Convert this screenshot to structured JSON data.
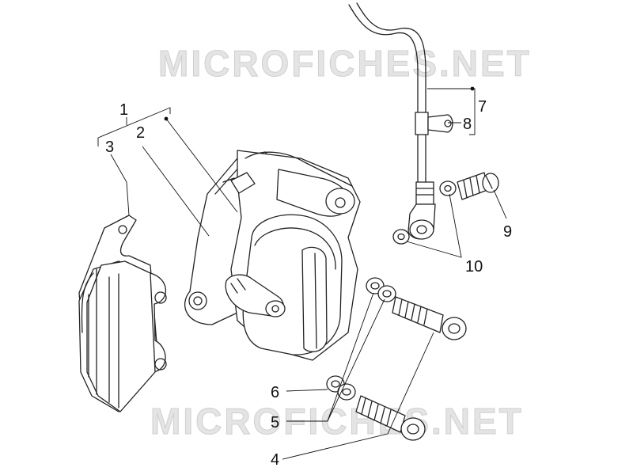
{
  "watermark": "MICROFICHES.NET",
  "callouts": {
    "p1": "1",
    "p2": "2",
    "p3": "3",
    "p4": "4",
    "p5": "5",
    "p6": "6",
    "p7": "7",
    "p8": "8",
    "p9": "9",
    "p10": "10"
  },
  "colors": {
    "line": "#222222",
    "watermark": "#e4e4e4",
    "background": "#ffffff"
  }
}
